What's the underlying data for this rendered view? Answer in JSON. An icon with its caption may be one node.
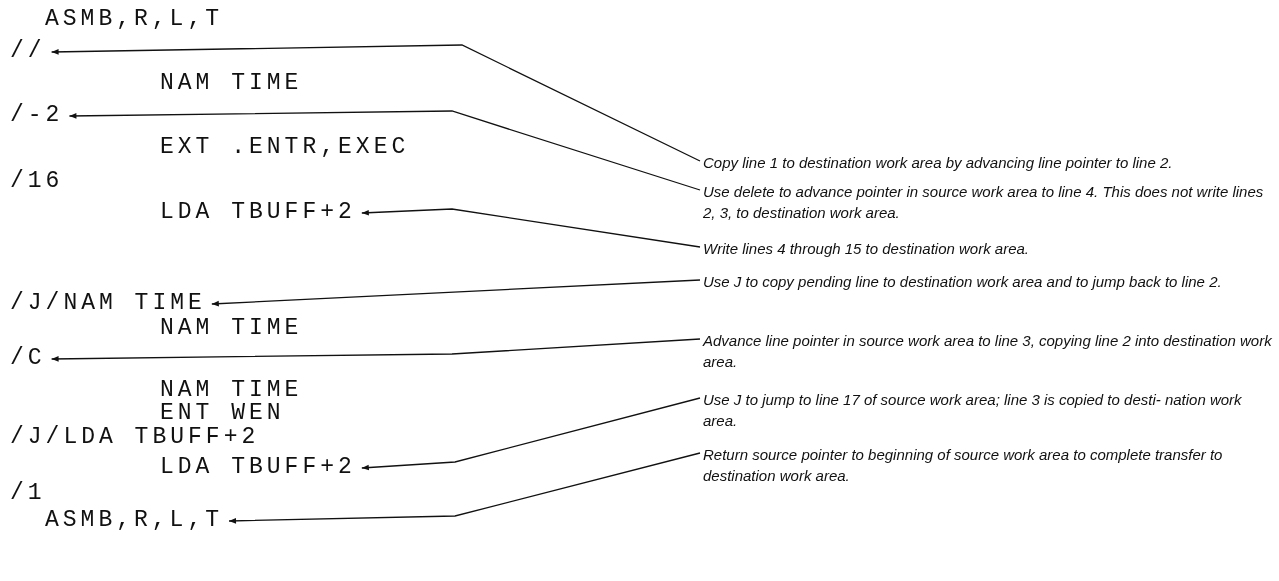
{
  "diagram": {
    "nodes": [
      {
        "text": [
          "//"
        ]
      },
      {
        "text": [
          "/-2"
        ]
      },
      {
        "text": [
          "LDA TBUFF+2"
        ]
      },
      {
        "text": [
          "/J/NAM TIME"
        ]
      },
      {
        "text": [
          "/C"
        ]
      },
      {
        "text": [
          "LDA TBUFF+2"
        ]
      },
      {
        "text": [
          "ASMB,R,L,T"
        ]
      },
      {
        "text": [
          "Copy line 1 to destination work area by advancing line pointer to line 2."
        ]
      },
      {
        "text": [
          "Use delete to advance pointer in source work area to line 4.  This does not write lines 2, 3, to destination work area."
        ]
      },
      {
        "text": [
          "Write lines 4 through 15 to destination work area."
        ]
      },
      {
        "text": [
          "Use J to copy pending line to destination work area and to jump back to line 2."
        ]
      },
      {
        "text": [
          "Advance line pointer in source work area to line 3, copying line 2 into destination work area."
        ]
      },
      {
        "text": [
          "Use J to jump to line 17 of source work area; line 3 is copied to desti- nation work area."
        ]
      },
      {
        "text": [
          "Return source pointer to beginning of source work area to complete transfer to destination work area."
        ]
      }
    ],
    "edges": [
      {
        "from": 7,
        "to": 0,
        "arrow": "to"
      },
      {
        "from": 8,
        "to": 1,
        "arrow": "to"
      },
      {
        "from": 9,
        "to": 2,
        "arrow": "to"
      },
      {
        "from": 10,
        "to": 3,
        "arrow": "to"
      },
      {
        "from": 11,
        "to": 4,
        "arrow": "to"
      },
      {
        "from": 12,
        "to": 5,
        "arrow": "to"
      },
      {
        "from": 13,
        "to": 6,
        "arrow": "to"
      }
    ],
    "labels": [
      "ASMB,R,L,T",
      "NAM TIME",
      "EXT .ENTR,EXEC",
      "/16",
      "NAM TIME",
      "NAM TIME",
      "ENT WEN",
      "/J/LDA TBUFF+2",
      "/1"
    ]
  }
}
